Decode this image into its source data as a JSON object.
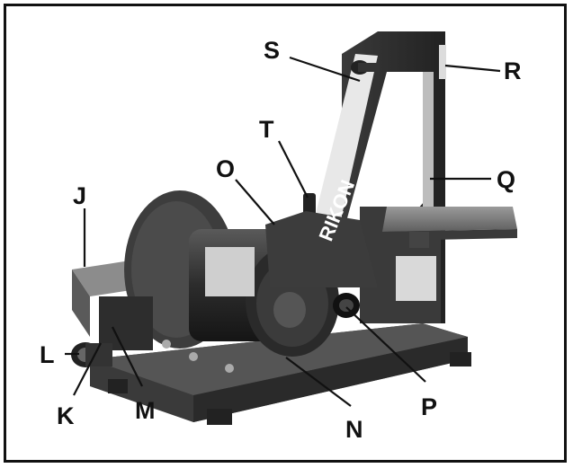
{
  "figure": {
    "labels": {
      "S": "S",
      "R": "R",
      "T": "T",
      "O": "O",
      "Q": "Q",
      "J": "J",
      "L": "L",
      "K": "K",
      "M": "M",
      "N": "N",
      "P": "P"
    },
    "brand_logo": "RIKON"
  },
  "colors": {
    "frame": "#111111",
    "machine_dark": "#2a2a2a",
    "machine_mid": "#6d6d6d",
    "base": "#333333",
    "belt": "#e8e8e8"
  }
}
